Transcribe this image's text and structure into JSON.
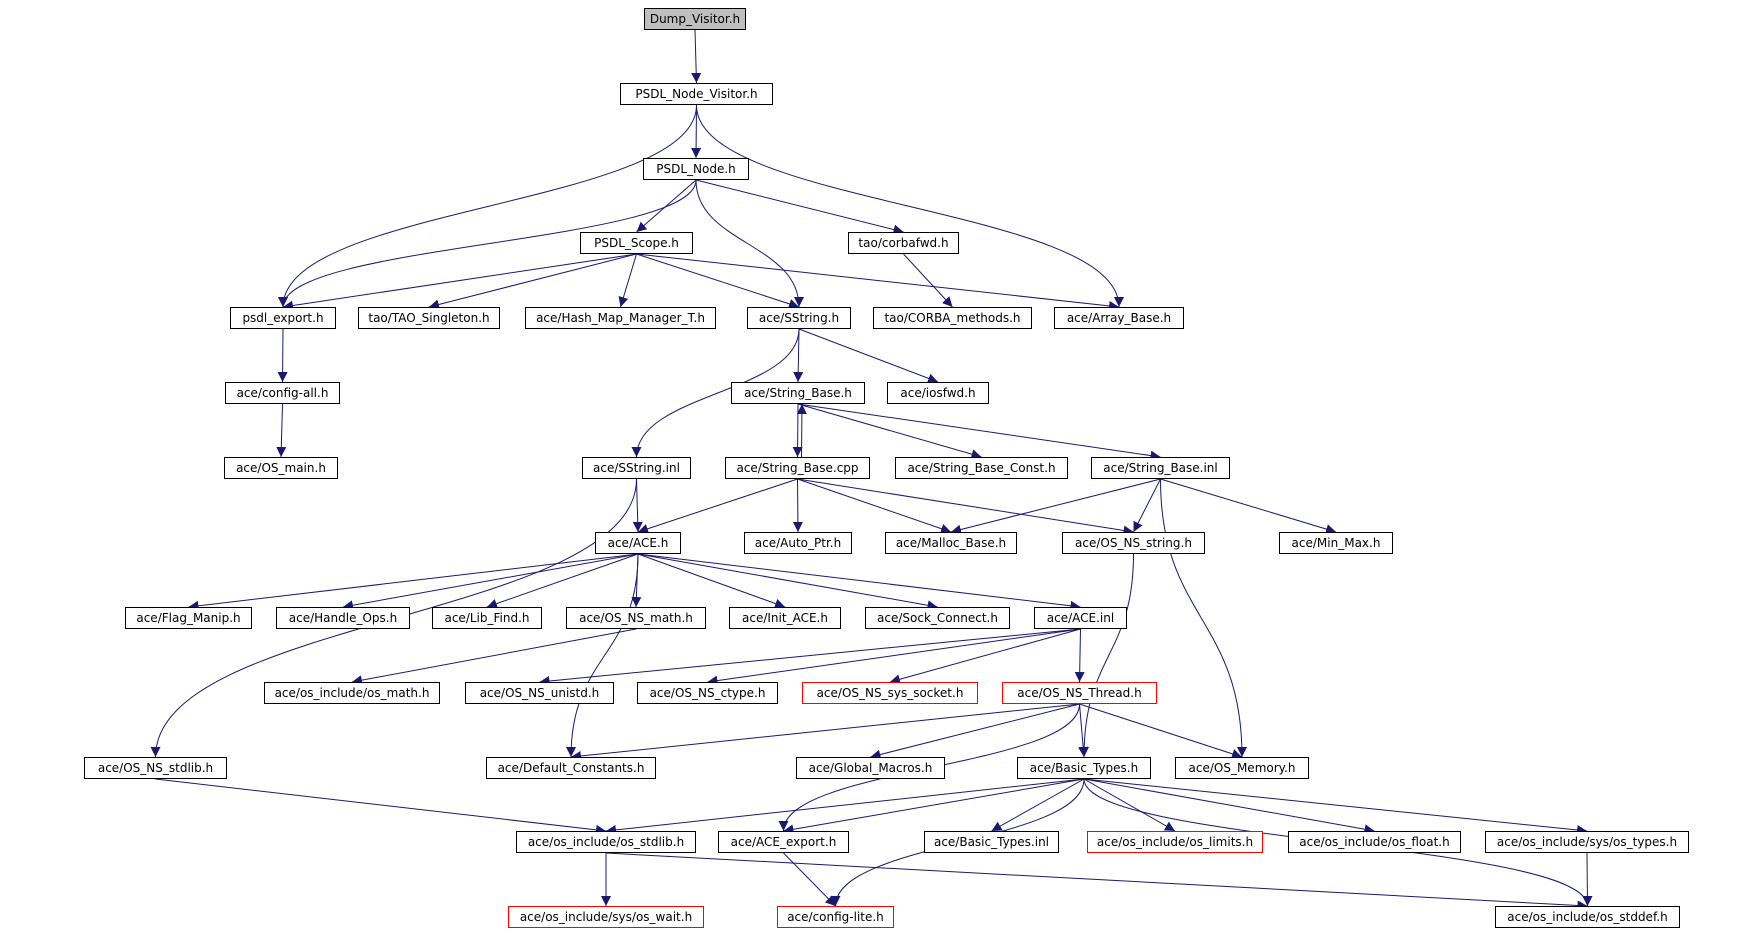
{
  "colors": {
    "edge": "#191970",
    "node_border": "#000000",
    "missing_border": "#ff0000",
    "root_fill": "#bfbfbf",
    "background": "#ffffff"
  },
  "nodes": {
    "dump_visitor": "Dump_Visitor.h",
    "psdl_node_visitor": "PSDL_Node_Visitor.h",
    "psdl_node": "PSDL_Node.h",
    "psdl_scope": "PSDL_Scope.h",
    "tao_corbafwd": "tao/corbafwd.h",
    "psdl_export": "psdl_export.h",
    "tao_singleton": "tao/TAO_Singleton.h",
    "hash_map_manager": "ace/Hash_Map_Manager_T.h",
    "sstring_h": "ace/SString.h",
    "corba_methods": "tao/CORBA_methods.h",
    "array_base": "ace/Array_Base.h",
    "config_all": "ace/config-all.h",
    "string_base_h": "ace/String_Base.h",
    "iosfwd": "ace/iosfwd.h",
    "os_main": "ace/OS_main.h",
    "sstring_inl": "ace/SString.inl",
    "string_base_cpp": "ace/String_Base.cpp",
    "string_base_const": "ace/String_Base_Const.h",
    "string_base_inl": "ace/String_Base.inl",
    "ace_h": "ace/ACE.h",
    "auto_ptr": "ace/Auto_Ptr.h",
    "malloc_base": "ace/Malloc_Base.h",
    "os_ns_string": "ace/OS_NS_string.h",
    "min_max": "ace/Min_Max.h",
    "flag_manip": "ace/Flag_Manip.h",
    "handle_ops": "ace/Handle_Ops.h",
    "lib_find": "ace/Lib_Find.h",
    "os_ns_math": "ace/OS_NS_math.h",
    "init_ace": "ace/Init_ACE.h",
    "sock_connect": "ace/Sock_Connect.h",
    "ace_inl": "ace/ACE.inl",
    "os_math": "ace/os_include/os_math.h",
    "os_ns_unistd": "ace/OS_NS_unistd.h",
    "os_ns_ctype": "ace/OS_NS_ctype.h",
    "os_ns_sys_socket": "ace/OS_NS_sys_socket.h",
    "os_ns_thread": "ace/OS_NS_Thread.h",
    "os_ns_stdlib": "ace/OS_NS_stdlib.h",
    "default_constants": "ace/Default_Constants.h",
    "global_macros": "ace/Global_Macros.h",
    "basic_types_h": "ace/Basic_Types.h",
    "os_memory": "ace/OS_Memory.h",
    "os_stdlib": "ace/os_include/os_stdlib.h",
    "ace_export": "ace/ACE_export.h",
    "basic_types_inl": "ace/Basic_Types.inl",
    "os_limits": "ace/os_include/os_limits.h",
    "os_float": "ace/os_include/os_float.h",
    "sys_os_types": "ace/os_include/sys/os_types.h",
    "os_wait": "ace/os_include/sys/os_wait.h",
    "config_lite": "ace/config-lite.h",
    "os_stddef": "ace/os_include/os_stddef.h"
  },
  "edges": [
    [
      "dump_visitor",
      "psdl_node_visitor"
    ],
    [
      "psdl_node_visitor",
      "psdl_node"
    ],
    [
      "psdl_node_visitor",
      "psdl_export"
    ],
    [
      "psdl_node_visitor",
      "array_base"
    ],
    [
      "psdl_node",
      "psdl_scope"
    ],
    [
      "psdl_node",
      "psdl_export"
    ],
    [
      "psdl_node",
      "sstring_h"
    ],
    [
      "psdl_node",
      "tao_corbafwd"
    ],
    [
      "psdl_scope",
      "psdl_export"
    ],
    [
      "psdl_scope",
      "tao_singleton"
    ],
    [
      "psdl_scope",
      "hash_map_manager"
    ],
    [
      "psdl_scope",
      "sstring_h"
    ],
    [
      "psdl_scope",
      "array_base"
    ],
    [
      "tao_corbafwd",
      "corba_methods"
    ],
    [
      "psdl_export",
      "config_all"
    ],
    [
      "config_all",
      "os_main"
    ],
    [
      "sstring_h",
      "string_base_h"
    ],
    [
      "sstring_h",
      "iosfwd"
    ],
    [
      "sstring_h",
      "sstring_inl"
    ],
    [
      "string_base_h",
      "string_base_cpp"
    ],
    [
      "string_base_cpp",
      "string_base_h"
    ],
    [
      "string_base_h",
      "string_base_const"
    ],
    [
      "string_base_h",
      "string_base_inl"
    ],
    [
      "sstring_inl",
      "ace_h"
    ],
    [
      "sstring_inl",
      "os_ns_stdlib"
    ],
    [
      "string_base_cpp",
      "ace_h"
    ],
    [
      "string_base_cpp",
      "auto_ptr"
    ],
    [
      "string_base_cpp",
      "malloc_base"
    ],
    [
      "string_base_cpp",
      "os_ns_string"
    ],
    [
      "string_base_inl",
      "malloc_base"
    ],
    [
      "string_base_inl",
      "os_ns_string"
    ],
    [
      "string_base_inl",
      "min_max"
    ],
    [
      "string_base_inl",
      "os_memory"
    ],
    [
      "ace_h",
      "flag_manip"
    ],
    [
      "ace_h",
      "handle_ops"
    ],
    [
      "ace_h",
      "lib_find"
    ],
    [
      "ace_h",
      "os_ns_math"
    ],
    [
      "ace_h",
      "init_ace"
    ],
    [
      "ace_h",
      "sock_connect"
    ],
    [
      "ace_h",
      "ace_inl"
    ],
    [
      "ace_h",
      "default_constants"
    ],
    [
      "os_ns_string",
      "basic_types_h"
    ],
    [
      "os_ns_math",
      "os_math"
    ],
    [
      "ace_inl",
      "os_ns_unistd"
    ],
    [
      "ace_inl",
      "os_ns_ctype"
    ],
    [
      "ace_inl",
      "os_ns_sys_socket"
    ],
    [
      "ace_inl",
      "os_ns_thread"
    ],
    [
      "os_ns_thread",
      "default_constants"
    ],
    [
      "os_ns_thread",
      "global_macros"
    ],
    [
      "os_ns_thread",
      "basic_types_h"
    ],
    [
      "os_ns_thread",
      "os_memory"
    ],
    [
      "os_ns_thread",
      "ace_export"
    ],
    [
      "os_ns_stdlib",
      "os_stdlib"
    ],
    [
      "basic_types_h",
      "os_stdlib"
    ],
    [
      "basic_types_h",
      "ace_export"
    ],
    [
      "basic_types_h",
      "basic_types_inl"
    ],
    [
      "basic_types_h",
      "os_limits"
    ],
    [
      "basic_types_h",
      "os_float"
    ],
    [
      "basic_types_h",
      "sys_os_types"
    ],
    [
      "basic_types_h",
      "config_lite"
    ],
    [
      "basic_types_h",
      "os_stddef"
    ],
    [
      "os_stdlib",
      "os_wait"
    ],
    [
      "os_stdlib",
      "os_stddef"
    ],
    [
      "ace_export",
      "config_lite"
    ],
    [
      "sys_os_types",
      "os_stddef"
    ]
  ]
}
